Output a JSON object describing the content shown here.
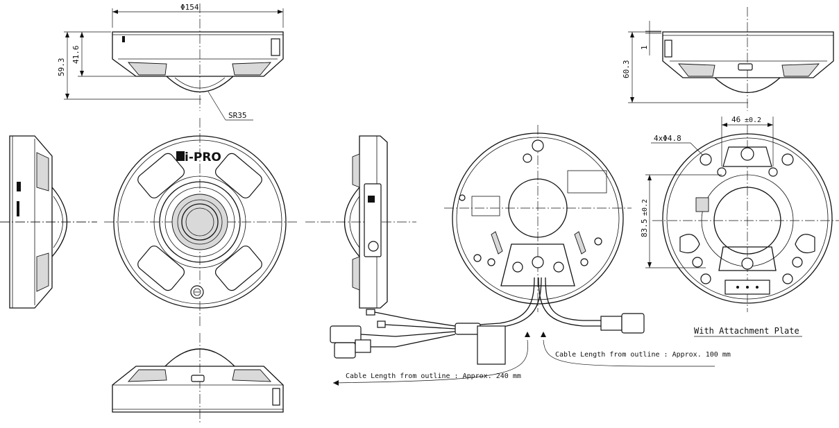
{
  "dimensions": {
    "diameter": "Φ154",
    "total_height": "59.3",
    "body_height": "41.6",
    "dome_radius": "SR35",
    "plate_height": "60.3",
    "plate_offset": "1",
    "hole_pitch": "46",
    "hole_pitch_tol": "±0.2",
    "holes": "4xΦ4.8",
    "hole_pitch_vertical": "83.5",
    "hole_pitch_vertical_tol": "±0.2"
  },
  "brand_logo": "i-PRO",
  "cable_notes": {
    "long": "Cable Length from outline : Approx. 240 mm",
    "short": "Cable Length from outline : Approx. 100 mm"
  },
  "captions": {
    "attachment": "With Attachment Plate"
  }
}
